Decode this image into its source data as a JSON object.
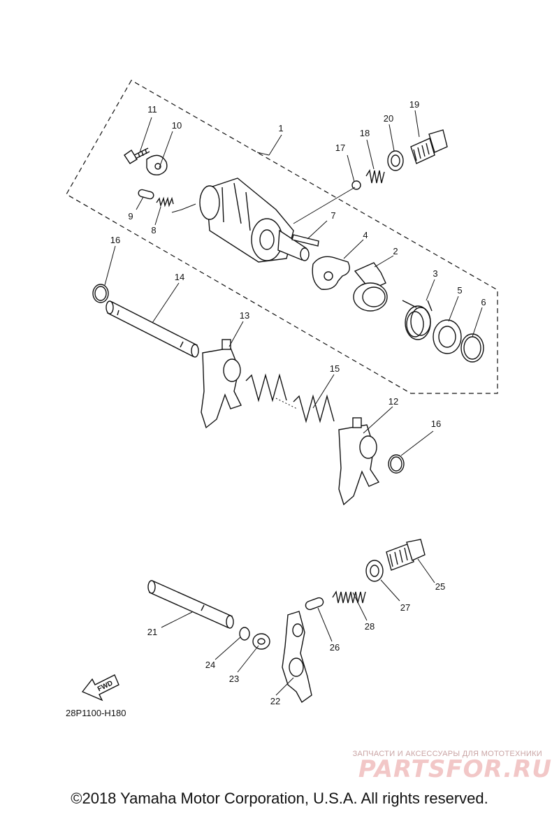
{
  "diagram": {
    "part_numbers": [
      "1",
      "2",
      "3",
      "4",
      "5",
      "6",
      "7",
      "8",
      "9",
      "10",
      "11",
      "12",
      "13",
      "14",
      "15",
      "16",
      "16",
      "17",
      "18",
      "19",
      "20",
      "21",
      "22",
      "23",
      "24",
      "25",
      "26",
      "27",
      "28"
    ],
    "diagram_code": "28P1100-H180",
    "fwd_label": "FWD"
  },
  "footer": {
    "copyright": "©2018 Yamaha Motor Corporation, U.S.A. All rights reserved."
  },
  "watermark": {
    "tagline": "ЗАПЧАСТИ И АКСЕССУАРЫ ДЛЯ МОТОТЕХНИКИ",
    "brand": "PARTSFOR.RU"
  },
  "colors": {
    "ink": "#111111",
    "watermark": "#f2c7c7",
    "background": "#ffffff"
  }
}
